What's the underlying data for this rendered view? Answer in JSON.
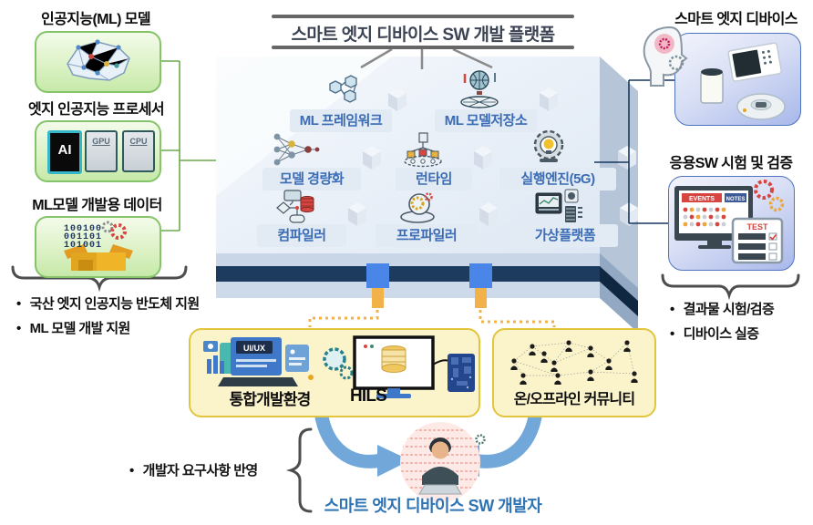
{
  "left_panel": {
    "model_title": "인공지능(ML) 모델",
    "processor_title": "엣지 인공지능 프로세서",
    "chips": {
      "ai": "AI",
      "gpu": "GPU",
      "cpu": "CPU"
    },
    "data_title": "ML모델 개발용 데이터",
    "binary": {
      "l1": "100100",
      "l2": "001101",
      "l3": "101001"
    },
    "bullets": {
      "dot": "•",
      "b1": "국산 엣지 인공지능 반도체 지원",
      "b2": "ML 모델 개발 지원"
    }
  },
  "platform": {
    "title": "스마트 엣지 디바이스 SW 개발 플랫폼",
    "blocks": [
      {
        "label": "ML 프레임워크",
        "icon": "hexagon-network-icon"
      },
      {
        "label": "ML 모델저장소",
        "icon": "globe-antenna-icon"
      },
      {
        "label": "모델 경량화",
        "icon": "neural-network-icon"
      },
      {
        "label": "런타임",
        "icon": "conveyor-icon"
      },
      {
        "label": "실행엔진(5G)",
        "icon": "gear-bulb-icon"
      },
      {
        "label": "컴파일러",
        "icon": "flowchart-database-icon"
      },
      {
        "label": "프로파일러",
        "icon": "gear-magnifier-icon"
      },
      {
        "label": "가상플랫폼",
        "icon": "virtual-platform-monitor-icon"
      }
    ]
  },
  "right_panel": {
    "devices_title": "스마트 엣지 디바이스",
    "testing_title": "응용SW 시험 및 검증",
    "screens": {
      "events": "EVENTS",
      "notes": "NOTES",
      "test": "TEST"
    },
    "bullets": {
      "dot": "•",
      "b1": "결과물 시험/검증",
      "b2": "디바이스 실증"
    }
  },
  "bottom": {
    "ide_label": "통합개발환경",
    "uiux_label": "UI/UX",
    "hils_label": "HILS",
    "community_label": "온/오프라인 커뮤니티",
    "dev_bullet": {
      "dot": "•",
      "text": "개발자 요구사항 반영"
    },
    "developer_caption": "스마트 엣지 디바이스 SW 개발자"
  },
  "colors": {
    "green_border": "#85c46b",
    "blue_border": "#4f74c0",
    "yellow_border": "#e2c53c",
    "navy_line": "#17375e",
    "gold_dotted": "#f2b24a",
    "caption_blue": "#2e74b5"
  }
}
